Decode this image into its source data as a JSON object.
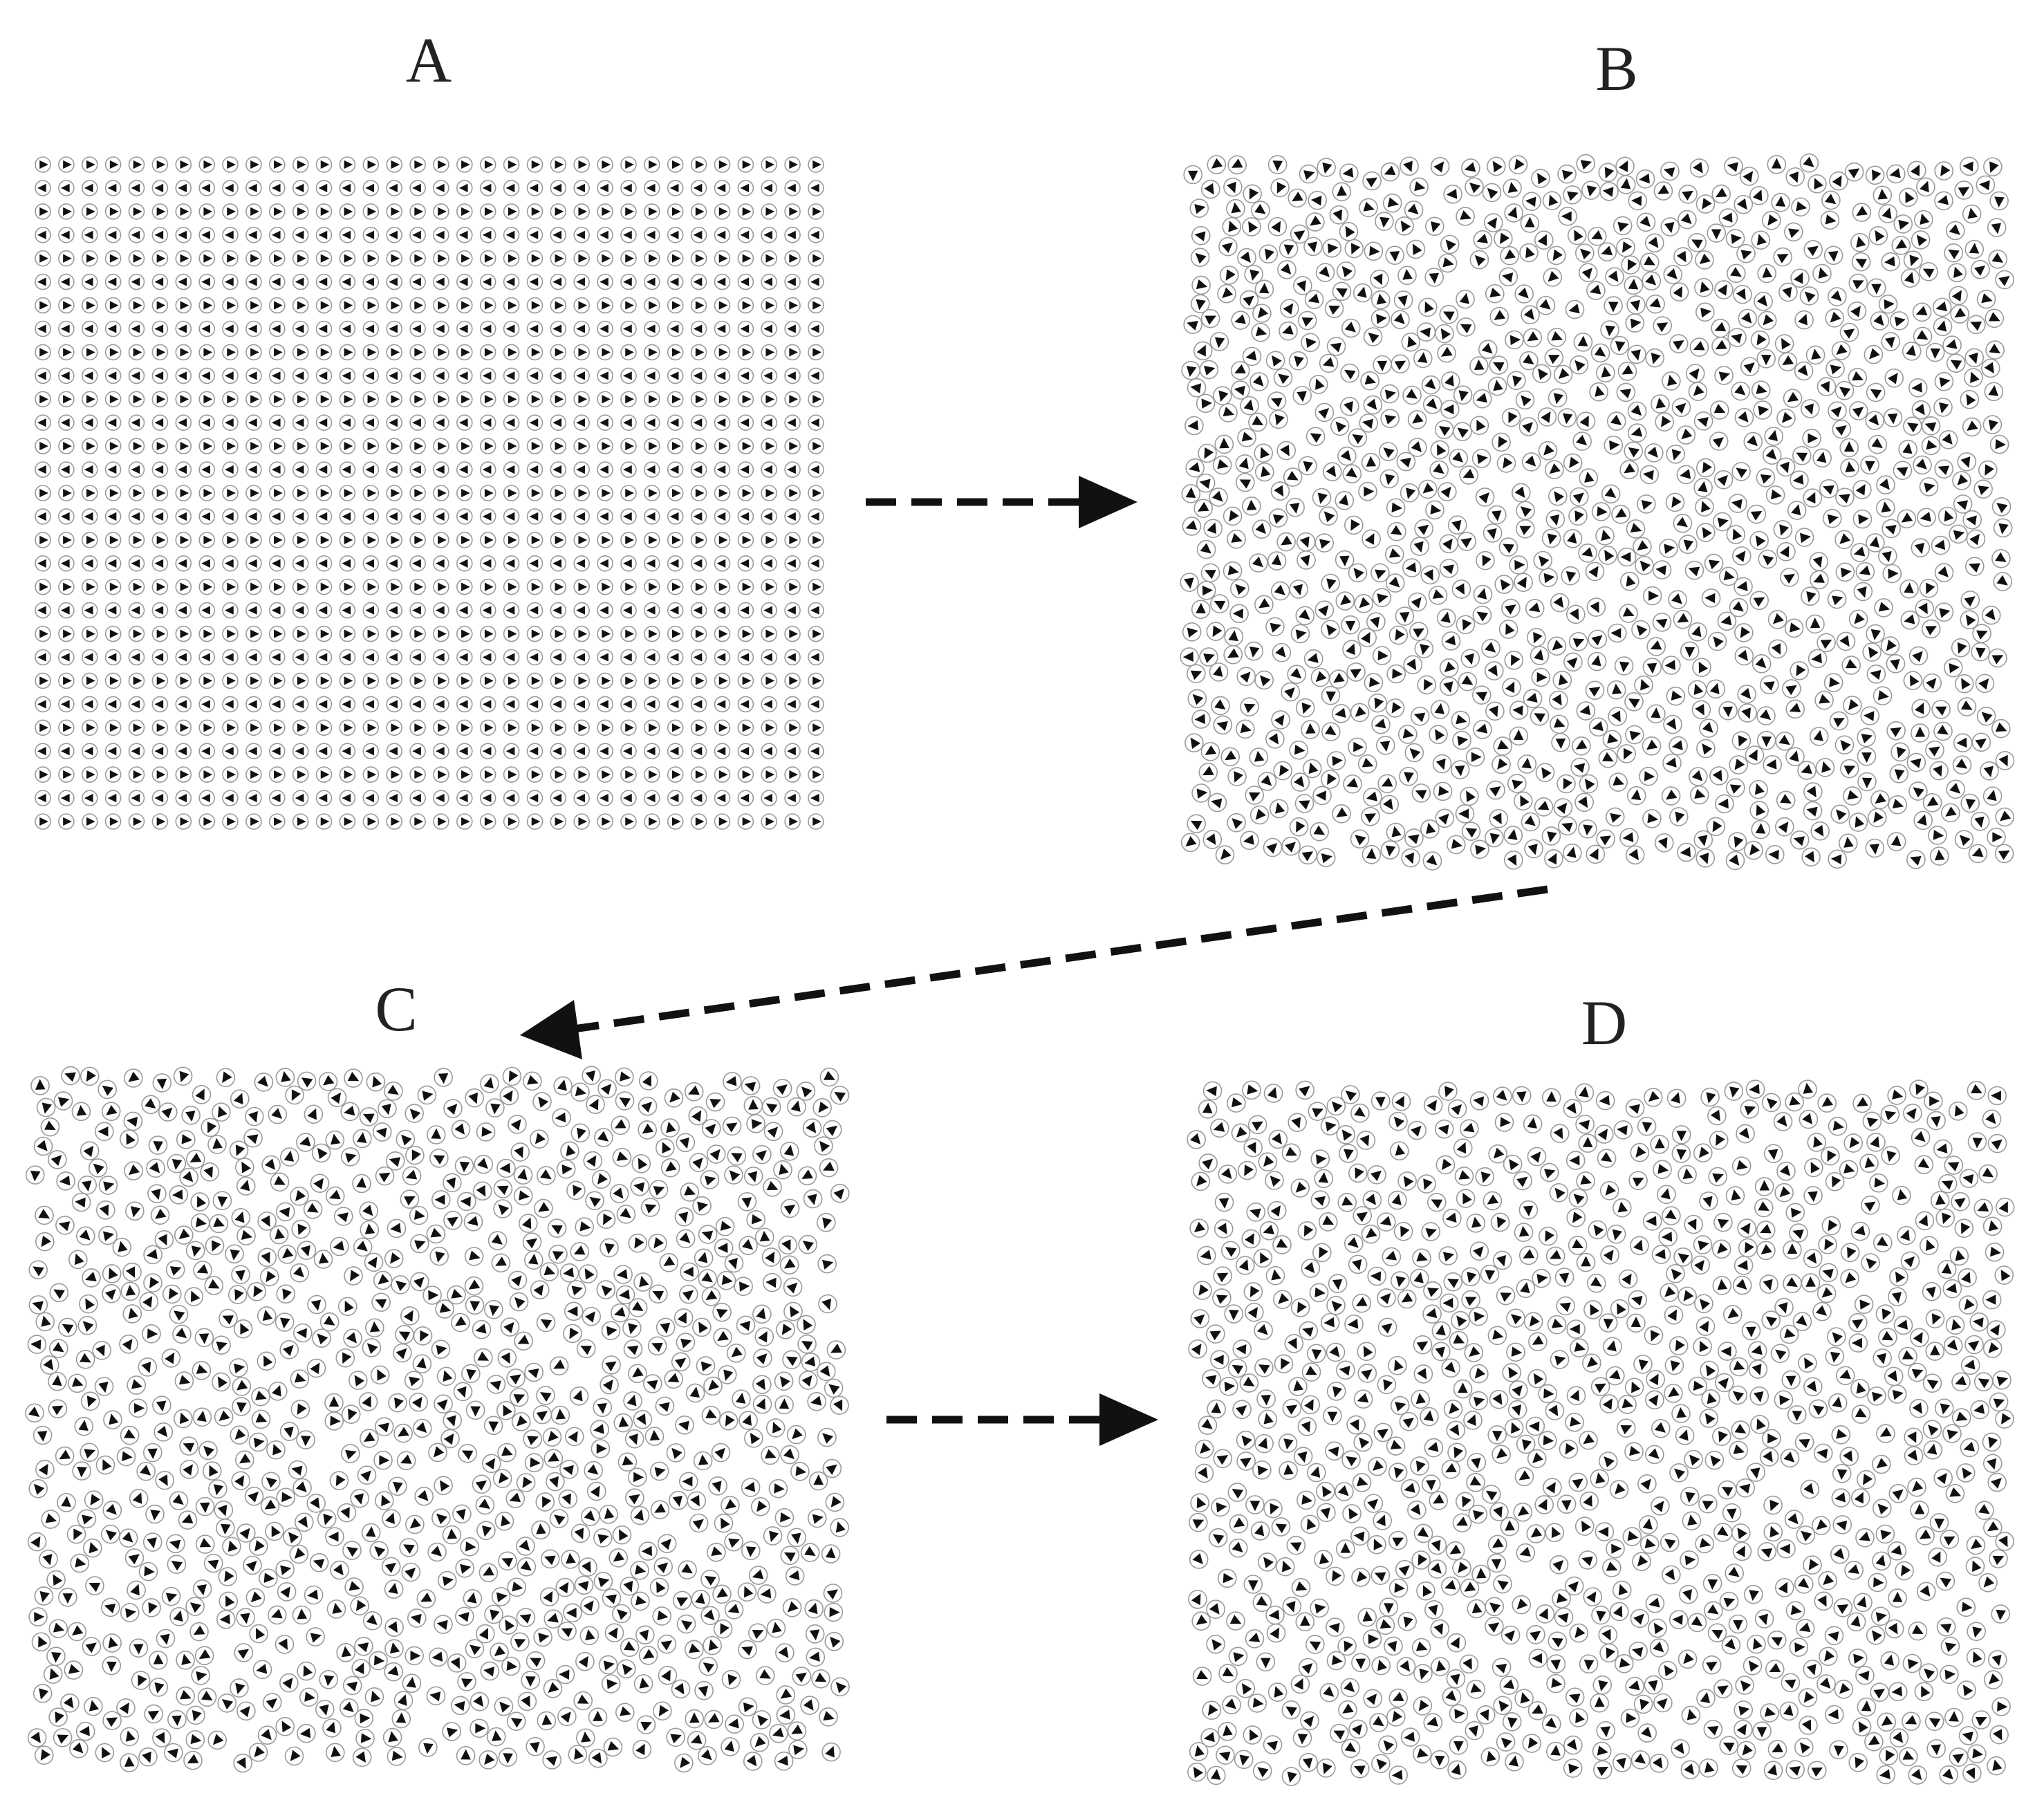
{
  "panels": [
    {
      "id": "A",
      "label": "A",
      "arrangement": "ordered-lattice"
    },
    {
      "id": "B",
      "label": "B",
      "arrangement": "disordered"
    },
    {
      "id": "C",
      "label": "C",
      "arrangement": "disordered"
    },
    {
      "id": "D",
      "label": "D",
      "arrangement": "disordered"
    }
  ],
  "arrows": [
    {
      "from": "A",
      "to": "B",
      "style": "dashed"
    },
    {
      "from": "B",
      "to": "C",
      "style": "dashed"
    },
    {
      "from": "C",
      "to": "D",
      "style": "dashed"
    }
  ],
  "colors": {
    "background": "#ffffff",
    "particle_fill": "#ffffff",
    "particle_outline": "#9a9a9a",
    "pointer": "#111111",
    "arrow": "#111111",
    "label": "#222222"
  }
}
